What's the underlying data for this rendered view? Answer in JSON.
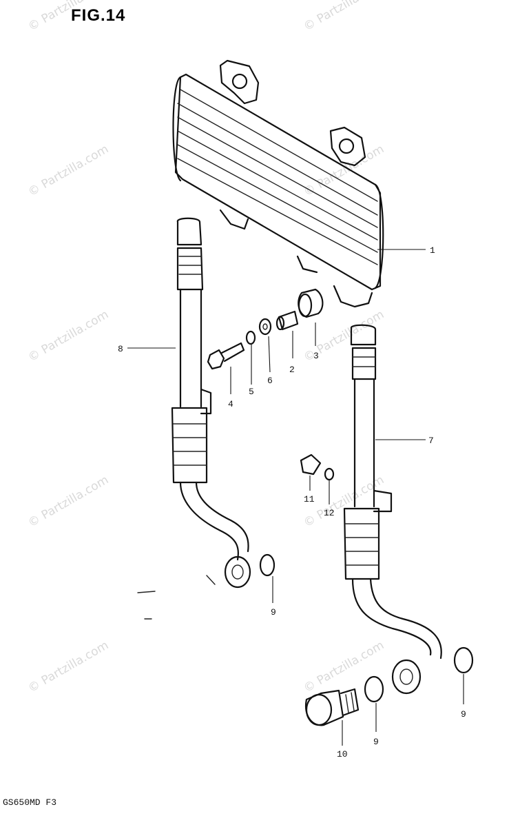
{
  "figure": {
    "title": "FIG.14",
    "footer_code": "GS650MD F3",
    "watermark_text": "© Partzilla.com"
  },
  "callouts": [
    {
      "id": "1",
      "label": "1"
    },
    {
      "id": "2",
      "label": "2"
    },
    {
      "id": "3",
      "label": "3"
    },
    {
      "id": "4",
      "label": "4"
    },
    {
      "id": "5",
      "label": "5"
    },
    {
      "id": "6",
      "label": "6"
    },
    {
      "id": "7",
      "label": "7"
    },
    {
      "id": "8",
      "label": "8"
    },
    {
      "id": "9a",
      "label": "9"
    },
    {
      "id": "9b",
      "label": "9"
    },
    {
      "id": "9c",
      "label": "9"
    },
    {
      "id": "10",
      "label": "10"
    },
    {
      "id": "11",
      "label": "11"
    },
    {
      "id": "12",
      "label": "12"
    }
  ],
  "colors": {
    "ink": "#111111",
    "watermark": "#d9d9d9",
    "background": "#ffffff"
  }
}
